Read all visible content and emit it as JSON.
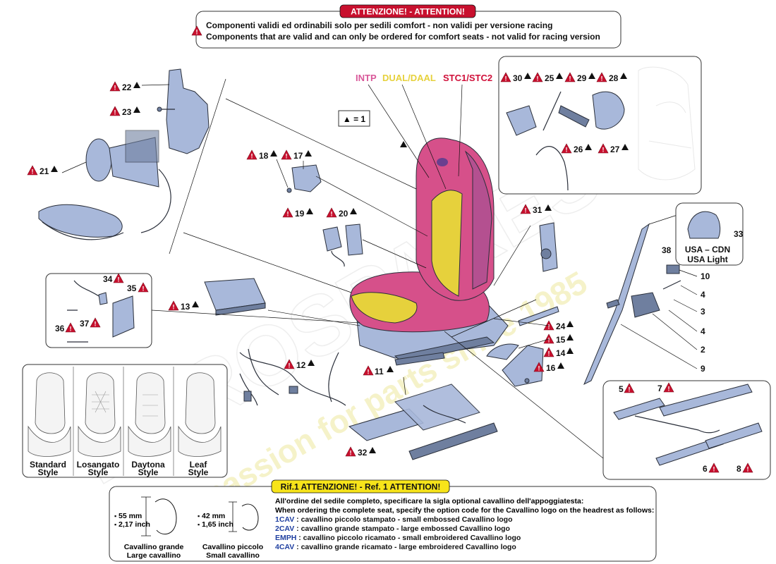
{
  "top_notice": {
    "badge": "ATTENZIONE! - ATTENTION!",
    "line_it": "Componenti validi ed ordinabili solo per sedili comfort - non validi per versione racing",
    "line_en": "Components that are valid and can only be ordered for comfort seats - not valid for racing version"
  },
  "legend_key": "▲ = 1",
  "seat_variants": {
    "intp": "INTP",
    "dual": "DUAL/DAAL",
    "stc": "STC1/STC2"
  },
  "usa_box": {
    "part": "33",
    "line1": "USA – CDN",
    "line2": "USA Light"
  },
  "part_labels": [
    "22",
    "23",
    "21",
    "18",
    "17",
    "19",
    "20",
    "13",
    "34",
    "35",
    "36",
    "37",
    "12",
    "11",
    "32",
    "24",
    "15",
    "14",
    "16",
    "31",
    "30",
    "25",
    "29",
    "28",
    "26",
    "27",
    "38",
    "10",
    "4",
    "3",
    "4",
    "2",
    "9",
    "5",
    "7",
    "6",
    "8"
  ],
  "styles": {
    "standard": [
      "Standard",
      "Style"
    ],
    "losangato": [
      "Losangato",
      "Style"
    ],
    "daytona": [
      "Daytona",
      "Style"
    ],
    "leaf": [
      "Leaf",
      "Style"
    ]
  },
  "ref_box": {
    "badge": "Rif.1 ATTENZIONE! - Ref. 1 ATTENTION!",
    "logo_big": {
      "dim1": "55 mm",
      "dim2": "2,17 inch",
      "cap1": "Cavallino grande",
      "cap2": "Large cavallino"
    },
    "logo_small": {
      "dim1": "42 mm",
      "dim2": "1,65 inch",
      "cap1": "Cavallino piccolo",
      "cap2": "Small cavallino"
    },
    "intro_it": "All'ordine del sedile completo, specificare la sigla optional cavallino dell'appoggiatesta:",
    "intro_en": "When ordering the complete seat, specify the option code for the Cavallino logo on the headrest as follows:",
    "codes": [
      {
        "code": "1CAV",
        "text": " : cavallino piccolo stampato - small embossed Cavallino logo"
      },
      {
        "code": "2CAV",
        "text": " : cavallino grande stampato - large embossed Cavallino logo"
      },
      {
        "code": "EMPH",
        "text": " : cavallino piccolo ricamato - small embroidered Cavallino logo"
      },
      {
        "code": "4CAV",
        "text": " : cavallino grande ricamato - large embroidered Cavallino logo"
      }
    ]
  },
  "watermark": "passion for parts since 1985",
  "colors": {
    "warning_red": "#c8102e",
    "intp_pink": "#d9589a",
    "dual_yellow": "#e6d13c",
    "stc_red": "#d0103a",
    "part_blue": "#a8b8da",
    "code_blue": "#1f3fa0",
    "badge_yellow": "#f7e41a"
  }
}
